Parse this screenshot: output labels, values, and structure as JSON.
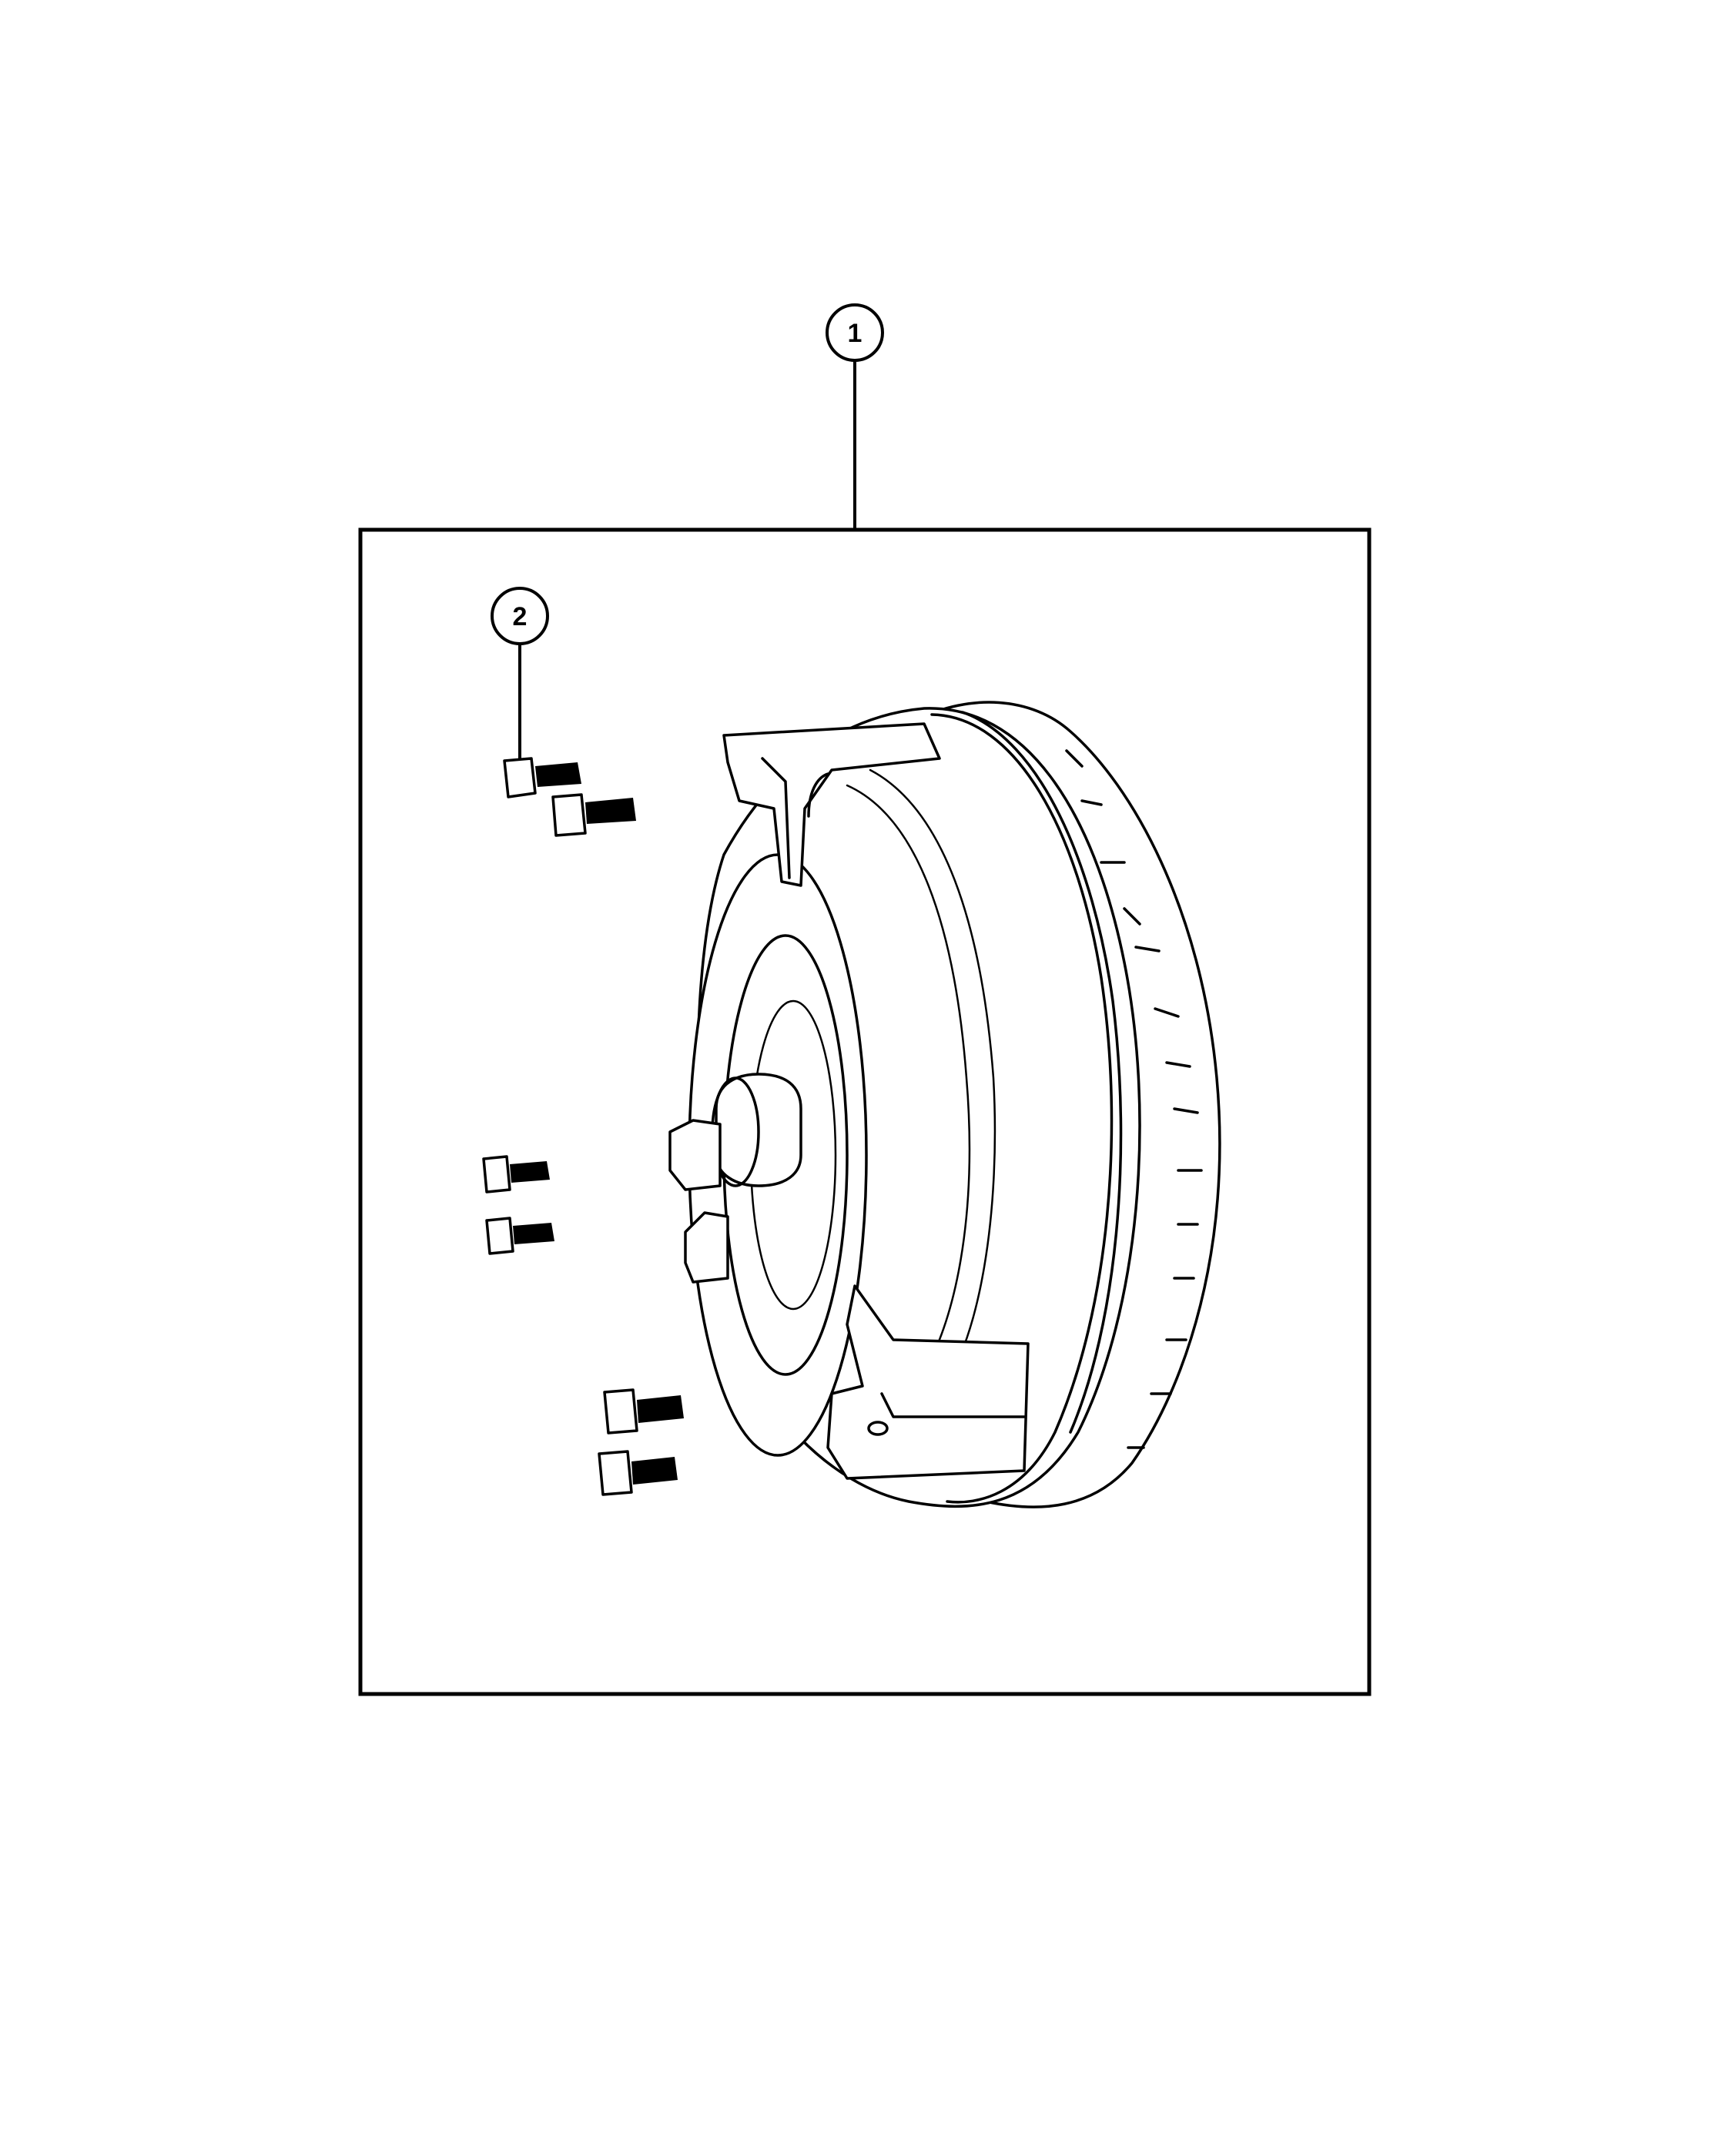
{
  "callouts": [
    {
      "id": "1",
      "label": "1"
    },
    {
      "id": "2",
      "label": "2"
    }
  ],
  "colors": {
    "line": "#000000",
    "background": "#ffffff"
  },
  "parts": {
    "assembly": "torque-converter",
    "fasteners": "bolts"
  }
}
